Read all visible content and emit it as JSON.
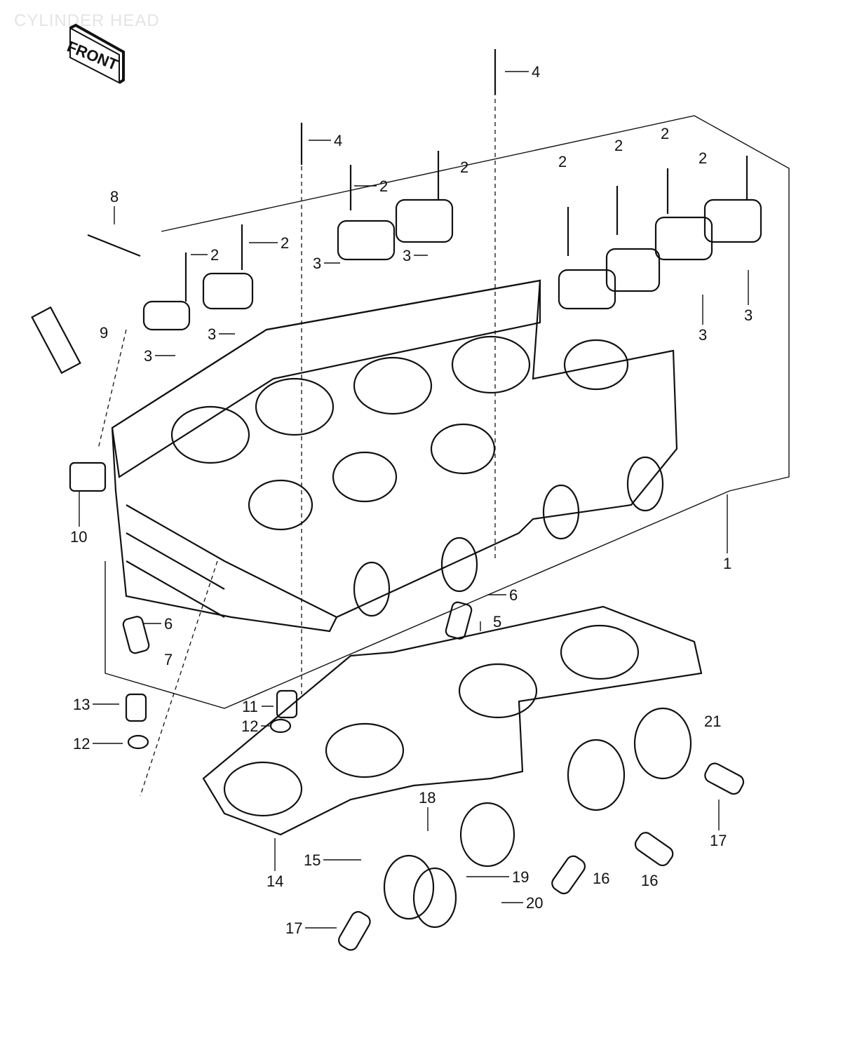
{
  "diagram": {
    "title": "CYLINDER HEAD",
    "front_badge": "FRONT",
    "callouts": [
      "4",
      "4",
      "2",
      "2",
      "2",
      "2",
      "2",
      "2",
      "2",
      "2",
      "8",
      "3",
      "3",
      "3",
      "3",
      "3",
      "3",
      "9",
      "10",
      "1",
      "6",
      "5",
      "6",
      "7",
      "13",
      "11",
      "12",
      "12",
      "21",
      "18",
      "15",
      "14",
      "19",
      "16",
      "16",
      "17",
      "20",
      "17"
    ]
  }
}
